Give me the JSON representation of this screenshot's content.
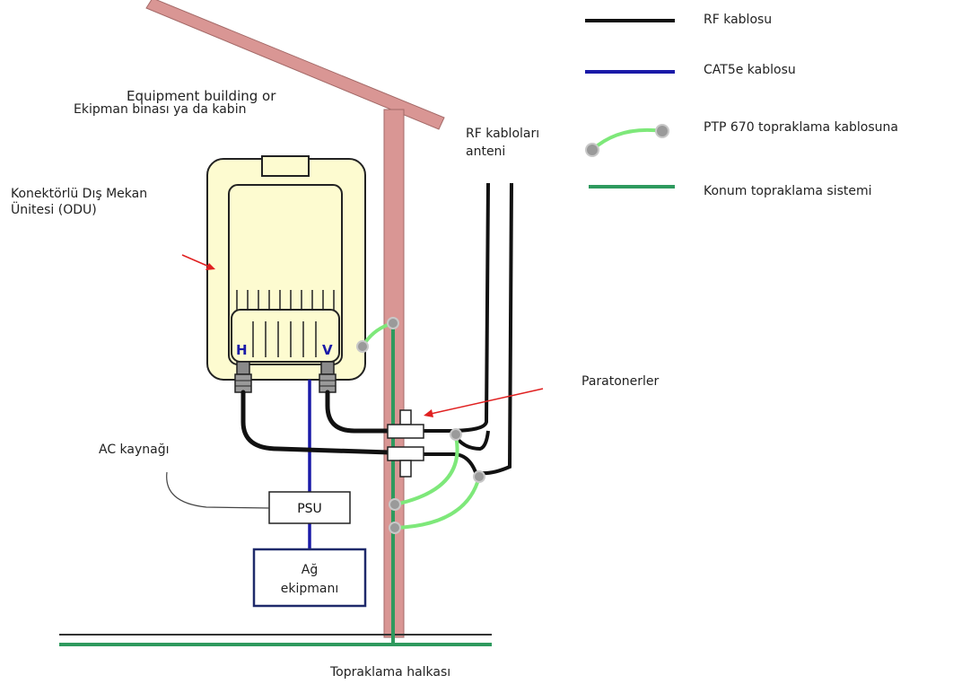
{
  "labels": {
    "building_line1": "Equipment building or",
    "building_line2": "Ekipman binası ya da kabin",
    "odu": "Konektörlü Dış Mekan Ünitesi (ODU)",
    "rf_antenna_line1": "RF kabloları",
    "rf_antenna_line2": "anteni",
    "lightning": "Paratonerler",
    "ac_supply": "AC kaynağı",
    "psu": "PSU",
    "network_line1": "Ağ",
    "network_line2": "ekipmanı",
    "ground_ring": "Topraklama halkası",
    "port_h": "H",
    "port_v": "V"
  },
  "legend": [
    {
      "label": "RF kablosu",
      "color": "#111111",
      "kind": "line"
    },
    {
      "label": "CAT5e kablosu",
      "color": "#1a1aa8",
      "kind": "line"
    },
    {
      "label": "PTP 670 topraklama kablosuna",
      "color": "#7ee87a",
      "kind": "curve"
    },
    {
      "label": "Konum topraklama sistemi",
      "color": "#2e9a5e",
      "kind": "line"
    }
  ],
  "colors": {
    "roof": "#d99694",
    "odu_fill": "#fdfbd0",
    "rf_cable": "#111111",
    "cat5e": "#1a1aa8",
    "ptp_ground": "#7ee87a",
    "site_ground": "#2e9a5e",
    "arrow": "#e02020",
    "network_box": "#1f2a6b"
  }
}
